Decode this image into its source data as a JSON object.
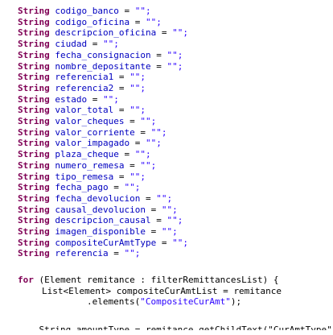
{
  "editor": {
    "fields": [
      {
        "type": "String",
        "name": "codigo_banco",
        "value": "\"\";"
      },
      {
        "type": "String",
        "name": "codigo_oficina",
        "value": "\"\";"
      },
      {
        "type": "String",
        "name": "descripcion_oficina",
        "value": "\"\";"
      },
      {
        "type": "String",
        "name": "ciudad",
        "value": "\"\";"
      },
      {
        "type": "String",
        "name": "fecha_consignacion",
        "value": "\"\";"
      },
      {
        "type": "String",
        "name": "nombre_depositante",
        "value": "\"\";"
      },
      {
        "type": "String",
        "name": "referencia1",
        "value": "\"\";"
      },
      {
        "type": "String",
        "name": "referencia2",
        "value": "\"\";"
      },
      {
        "type": "String",
        "name": "estado",
        "value": "\"\";"
      },
      {
        "type": "String",
        "name": "valor_total",
        "value": "\"\";"
      },
      {
        "type": "String",
        "name": "valor_cheques",
        "value": "\"\";"
      },
      {
        "type": "String",
        "name": "valor_corriente",
        "value": "\"\";"
      },
      {
        "type": "String",
        "name": "valor_impagado",
        "value": "\"\";"
      },
      {
        "type": "String",
        "name": "plaza_cheque",
        "value": "\"\";"
      },
      {
        "type": "String",
        "name": "numero_remesa",
        "value": "\"\";"
      },
      {
        "type": "String",
        "name": "tipo_remesa",
        "value": "\"\";"
      },
      {
        "type": "String",
        "name": "fecha_pago",
        "value": "\"\";"
      },
      {
        "type": "String",
        "name": "fecha_devolucion",
        "value": "\"\";"
      },
      {
        "type": "String",
        "name": "causal_devolucion",
        "value": "\"\";"
      },
      {
        "type": "String",
        "name": "descripcion_causal",
        "value": "\"\";"
      },
      {
        "type": "String",
        "name": "imagen_disponible",
        "value": "\"\";"
      },
      {
        "type": "String",
        "name": "compositeCurAmtType",
        "value": "\"\";"
      },
      {
        "type": "String",
        "name": "referencia",
        "value": "\"\";"
      }
    ],
    "assign_op": " = ",
    "for_loop": {
      "keyword": "for",
      "open": " (Element ",
      "var": "remitance",
      "sep": " : ",
      "iterable": "filterRemittancesList",
      "close": ") {"
    },
    "list_decl": {
      "type": "List<Element> ",
      "var": "compositeCurAmtList",
      "assign": " = ",
      "source": "remitance"
    },
    "elements_call": {
      "method": ".elements(",
      "arg": "\"CompositeCurAmt\"",
      "close": ");"
    },
    "partial_line": "    String amountType = remitance.getChildText(\"CurAmtType\");"
  }
}
